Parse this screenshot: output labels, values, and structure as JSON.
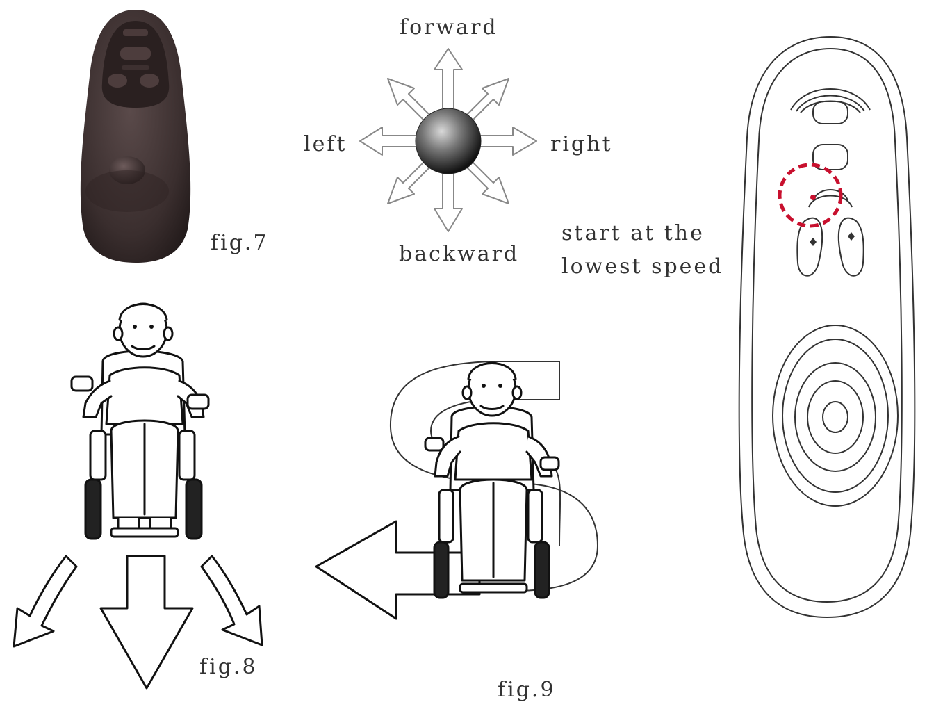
{
  "fig7": {
    "caption": "fig.7"
  },
  "directions": {
    "forward": "forward",
    "backward": "backward",
    "left": "left",
    "right": "right"
  },
  "controller_outline": {
    "note_line1": "start at the",
    "note_line2": "lowest speed",
    "highlight_color": "#c8102e"
  },
  "fig8": {
    "caption": "fig.8"
  },
  "fig9": {
    "caption": "fig.9"
  }
}
